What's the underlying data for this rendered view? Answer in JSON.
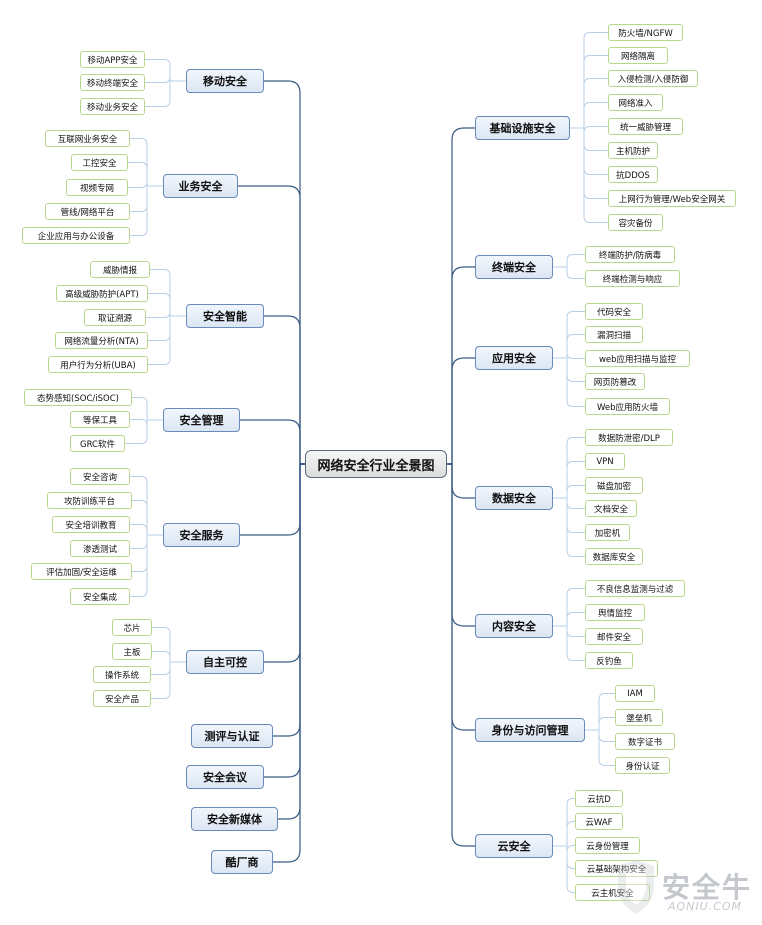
{
  "root": "网络安全行业全景图",
  "left": [
    {
      "label": "移动安全",
      "leaves": [
        "移动APP安全",
        "移动终端安全",
        "移动业务安全"
      ]
    },
    {
      "label": "业务安全",
      "leaves": [
        "互联网业务安全",
        "工控安全",
        "视频专网",
        "管线/网络平台",
        "企业应用与办公设备"
      ]
    },
    {
      "label": "安全智能",
      "leaves": [
        "威胁情报",
        "高级威胁防护(APT)",
        "取证溯源",
        "网络流量分析(NTA)",
        "用户行为分析(UBA)"
      ]
    },
    {
      "label": "安全管理",
      "leaves": [
        "态势感知(SOC/iSOC)",
        "等保工具",
        "GRC软件"
      ]
    },
    {
      "label": "安全服务",
      "leaves": [
        "安全咨询",
        "攻防训练平台",
        "安全培训教育",
        "渗透测试",
        "评估加固/安全运维",
        "安全集成"
      ]
    },
    {
      "label": "自主可控",
      "leaves": [
        "芯片",
        "主板",
        "操作系统",
        "安全产品"
      ]
    },
    {
      "label": "测评与认证",
      "leaves": []
    },
    {
      "label": "安全会议",
      "leaves": []
    },
    {
      "label": "安全新媒体",
      "leaves": []
    },
    {
      "label": "酷厂商",
      "leaves": []
    }
  ],
  "right": [
    {
      "label": "基础设施安全",
      "leaves": [
        "防火墙/NGFW",
        "网络隔离",
        "入侵检测/入侵防御",
        "网络准入",
        "统一威胁管理",
        "主机防护",
        "抗DDOS",
        "上网行为管理/Web安全网关",
        "容灾备份"
      ]
    },
    {
      "label": "终端安全",
      "leaves": [
        "终端防护/防病毒",
        "终端检测与响应"
      ]
    },
    {
      "label": "应用安全",
      "leaves": [
        "代码安全",
        "漏洞扫描",
        "web应用扫描与监控",
        "网页防篡改",
        "Web应用防火墙"
      ]
    },
    {
      "label": "数据安全",
      "leaves": [
        "数据防泄密/DLP",
        "VPN",
        "磁盘加密",
        "文档安全",
        "加密机",
        "数据库安全"
      ]
    },
    {
      "label": "内容安全",
      "leaves": [
        "不良信息监测与过滤",
        "舆情监控",
        "邮件安全",
        "反钓鱼"
      ]
    },
    {
      "label": "身份与访问管理",
      "leaves": [
        "IAM",
        "堡垒机",
        "数字证书",
        "身份认证"
      ]
    },
    {
      "label": "云安全",
      "leaves": [
        "云抗D",
        "云WAF",
        "云身份管理",
        "云基础架构安全",
        "云主机安全"
      ]
    }
  ],
  "watermark": {
    "brand": "安全牛",
    "domain": "AQNIU.COM"
  },
  "colors": {
    "line": "#3a5a84",
    "leaf_border": "#b9d68f",
    "main_border": "#6a8ab8"
  }
}
